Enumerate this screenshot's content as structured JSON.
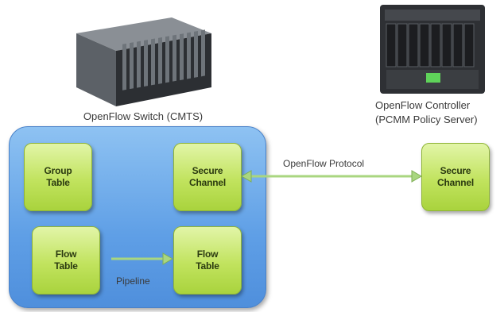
{
  "captions": {
    "switch": "OpenFlow Switch (CMTS)",
    "controller_line1": "OpenFlow Controller",
    "controller_line2": "(PCMM Policy Server)"
  },
  "nodes": {
    "group_table": "Group\nTable",
    "secure_channel_switch": "Secure\nChannel",
    "flow_table_1": "Flow\nTable",
    "flow_table_2": "Flow\nTable",
    "secure_channel_controller": "Secure\nChannel"
  },
  "edges": {
    "protocol_label": "OpenFlow Protocol",
    "pipeline_label": "Pipeline"
  },
  "colors": {
    "switch_container": "#5f9fe6",
    "node_fill": "#c1e35e",
    "arrow": "#a9d680"
  },
  "icons": {
    "switch_image": "server-blade-chassis-icon",
    "controller_image": "server-rack-icon"
  }
}
